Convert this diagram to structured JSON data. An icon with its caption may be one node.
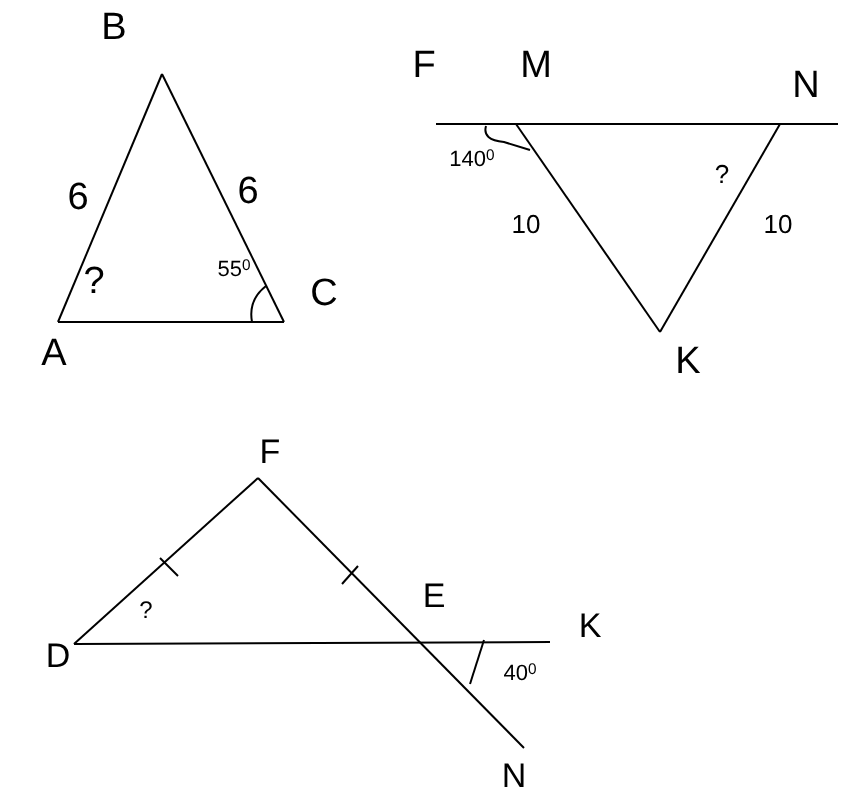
{
  "diagram": {
    "labels": [
      "B",
      "F",
      "M",
      "N",
      "140$^{0}$",
      "?",
      "6",
      "6",
      "10",
      "10",
      "?",
      "55$^{0}$",
      "C",
      "A",
      "K",
      "F",
      "E",
      "?",
      "K",
      "D",
      "40$^{0}$",
      "N"
    ]
  }
}
